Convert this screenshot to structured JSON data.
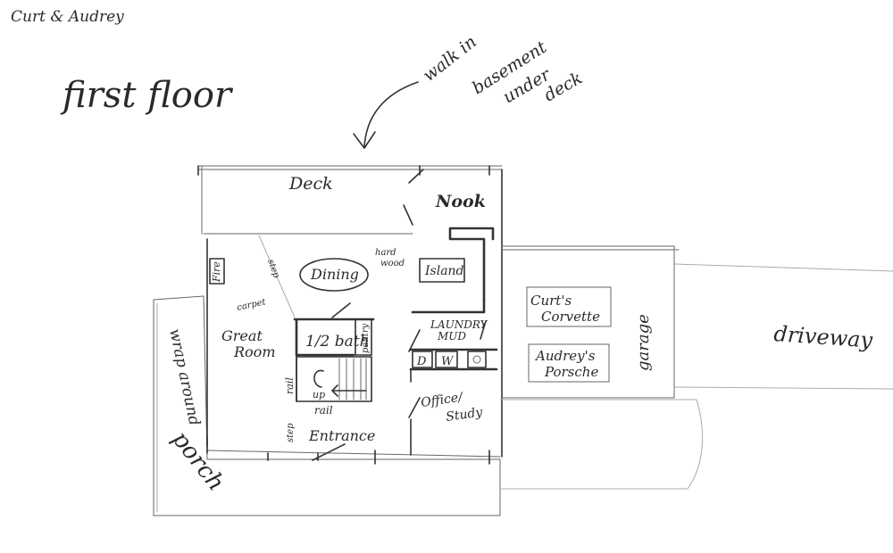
{
  "owners": "Curt & Audrey",
  "title": "first floor",
  "note": [
    "walk in",
    "basement",
    "under",
    "deck"
  ],
  "rooms": {
    "deck": "Deck",
    "nook": "Nook",
    "dining": "Dining",
    "hardwood": [
      "hard",
      "wood"
    ],
    "island": "Island",
    "fireplace": "Fire",
    "carpet": "carpet",
    "great_room": [
      "Great",
      "Room"
    ],
    "half_bath": "1/2 bath",
    "pantry": "pantry",
    "laundry": [
      "LAUNDRY",
      "MUD"
    ],
    "dryer": "D",
    "washer": "W",
    "office": [
      "Office/",
      "Study"
    ],
    "entrance": "Entrance",
    "stair_up": "up",
    "rail_top": "rail",
    "rail_side": "rail",
    "step_top": "step",
    "step_bottom": "step",
    "porch": [
      "wrap around",
      "porch"
    ],
    "garage": "garage",
    "car_1": [
      "Curt's",
      "Corvette"
    ],
    "car_2": [
      "Audrey's",
      "Porsche"
    ],
    "driveway": "driveway"
  }
}
